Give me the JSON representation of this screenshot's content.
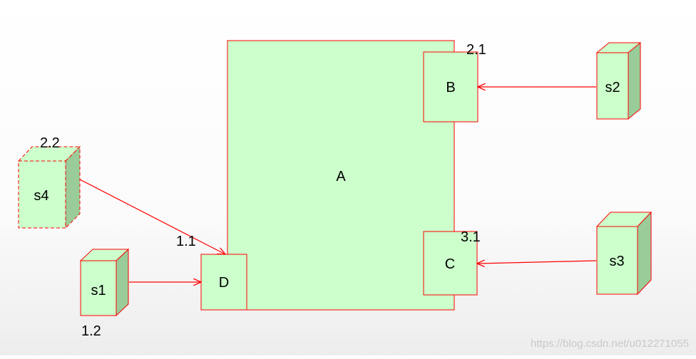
{
  "colors": {
    "fill": "#ccffcc",
    "side": "#99cc99",
    "stroke": "#ff0000",
    "text": "#000000"
  },
  "blocks": {
    "A": "A",
    "B": "B",
    "C": "C",
    "D": "D"
  },
  "nodes": {
    "s1": "s1",
    "s2": "s2",
    "s3": "s3",
    "s4": "s4"
  },
  "annotations": {
    "a_2_1": "2.1",
    "a_2_2": "2.2",
    "a_1_1": "1.1",
    "a_1_2": "1.2",
    "a_3_1": "3.1"
  },
  "watermark": "https://blog.csdn.net/u012271055"
}
